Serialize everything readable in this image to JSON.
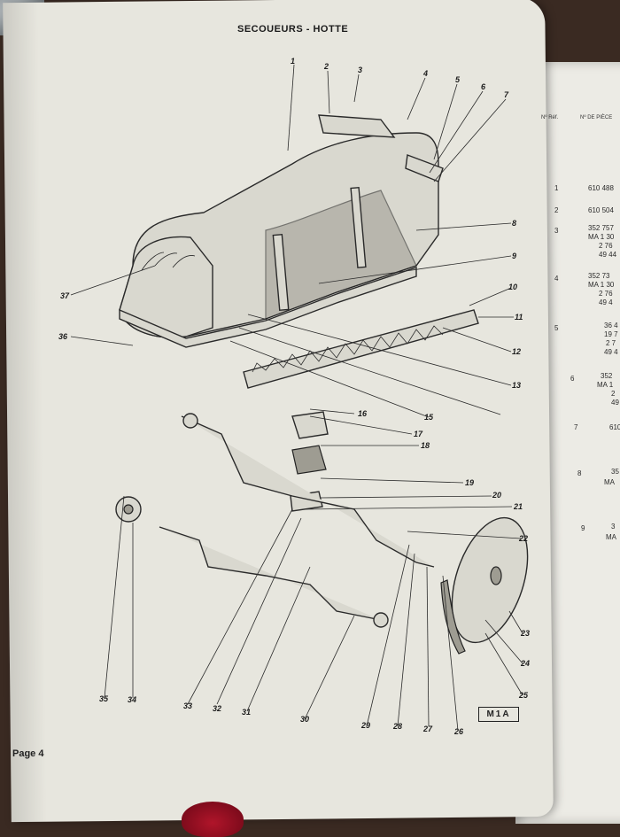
{
  "page": {
    "title": "SECOUEURS - HOTTE",
    "page_label": "Page 4",
    "figure_code": "M1A"
  },
  "callouts": [
    "1",
    "2",
    "3",
    "4",
    "5",
    "6",
    "7",
    "8",
    "9",
    "10",
    "11",
    "12",
    "13",
    "15",
    "16",
    "17",
    "18",
    "19",
    "20",
    "21",
    "22",
    "23",
    "24",
    "25",
    "26",
    "27",
    "28",
    "29",
    "30",
    "31",
    "32",
    "33",
    "34",
    "35",
    "36",
    "37"
  ],
  "right_page": {
    "col_ref": "Nº Réf.",
    "col_piece": "Nº DE PIÈCE",
    "rows": [
      {
        "n": "1",
        "codes": [
          "610 488"
        ]
      },
      {
        "n": "2",
        "codes": [
          "610 504"
        ]
      },
      {
        "n": "3",
        "codes": [
          "352 757",
          "MA 1 30",
          "2 76",
          "49 44"
        ]
      },
      {
        "n": "4",
        "codes": [
          "352 73",
          "MA 1 30",
          "2 76",
          "49 4"
        ]
      },
      {
        "n": "5",
        "codes": [
          "36 4",
          "19 7",
          "2 7",
          "49 4"
        ]
      },
      {
        "n": "6",
        "codes": [
          "352",
          "MA 1",
          "2",
          "49"
        ]
      },
      {
        "n": "7",
        "codes": [
          "610"
        ]
      },
      {
        "n": "8",
        "codes": [
          "35",
          "MA"
        ]
      },
      {
        "n": "9",
        "codes": [
          "3",
          "MA"
        ]
      }
    ]
  }
}
